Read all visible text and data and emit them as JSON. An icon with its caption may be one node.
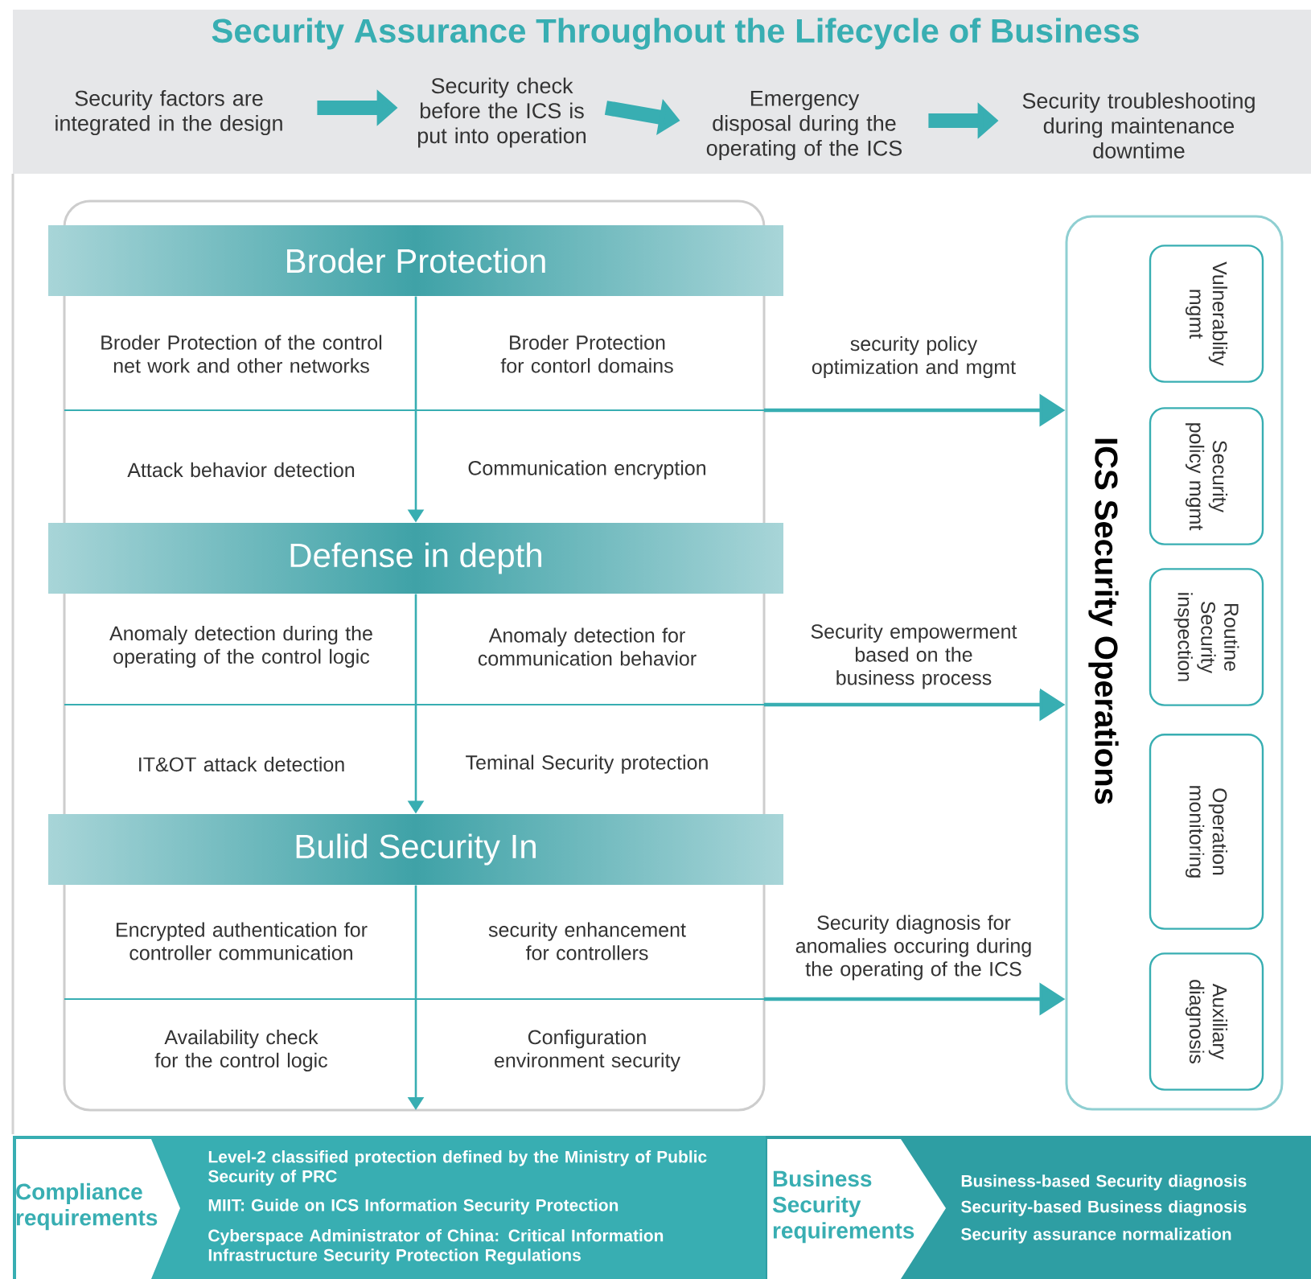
{
  "diagram": {
    "title": "Security Assurance Throughout the Lifecycle of Business",
    "nodes": [
      {
        "text": [
          "Security factors are integrated in the design"
        ]
      },
      {
        "text": [
          "Security check before the ICS is put into operation"
        ]
      },
      {
        "text": [
          "Emergency disposal during the operating of the ICS"
        ]
      },
      {
        "text": [
          "Security troubleshooting during maintenance downtime"
        ]
      },
      {
        "text": [
          "Broder Protection"
        ]
      },
      {
        "text": [
          "Broder Protection of the control net work and other networks"
        ]
      },
      {
        "text": [
          "Broder Protection for contorl domains"
        ]
      },
      {
        "text": [
          "Attack behavior detection"
        ]
      },
      {
        "text": [
          "Communication encryption"
        ]
      },
      {
        "text": [
          "Defense in depth"
        ]
      },
      {
        "text": [
          "Anomaly detection during the operating of the control logic"
        ]
      },
      {
        "text": [
          "Anomaly detection for communication behavior"
        ]
      },
      {
        "text": [
          "IT&OT attack detection"
        ]
      },
      {
        "text": [
          "Teminal Security protection"
        ]
      },
      {
        "text": [
          "Bulid Security In"
        ]
      },
      {
        "text": [
          "Encrypted authentication for controller communication"
        ]
      },
      {
        "text": [
          "security enhancement for controllers"
        ]
      },
      {
        "text": [
          "Availability check for the control logic"
        ]
      },
      {
        "text": [
          "Configuration environment security"
        ]
      },
      {
        "text": [
          "ICS Security Operations"
        ]
      },
      {
        "text": [
          "Vulnerablity mgmt"
        ],
        "in": 19
      },
      {
        "text": [
          "Security policy mgmt"
        ],
        "in": 19
      },
      {
        "text": [
          "Routine Security inspection"
        ],
        "in": 19
      },
      {
        "text": [
          "Operation monitoring"
        ],
        "in": 19
      },
      {
        "text": [
          "Auxiliary diagnosis"
        ],
        "in": 19
      },
      {
        "text": [
          "Compliance requirements"
        ]
      },
      {
        "text": [
          "Business Security requirements"
        ]
      }
    ],
    "edges": [
      {
        "from": 0,
        "to": 1,
        "arrow": "to",
        "style": "thick"
      },
      {
        "from": 1,
        "to": 2,
        "arrow": "to",
        "style": "thick"
      },
      {
        "from": 2,
        "to": 3,
        "arrow": "to",
        "style": "thick"
      },
      {
        "from": 4,
        "to": 9,
        "arrow": "to"
      },
      {
        "from": 9,
        "to": 14,
        "arrow": "to"
      },
      {
        "from": 14,
        "to": null,
        "arrow": "to"
      },
      {
        "from": null,
        "to": 19,
        "arrow": "to",
        "label": "security policy optimization and mgmt"
      },
      {
        "from": null,
        "to": 19,
        "arrow": "to",
        "label": "Security empowerment based on the business process"
      },
      {
        "from": null,
        "to": 19,
        "arrow": "to",
        "label": "Security diagnosis for anomalies occuring during the operating of the ICS"
      }
    ],
    "labels": [
      "Level-2 classified protection defined by the Ministry of Public Security of PRC",
      "MIIT: Guide on ICS Information Security Protection",
      "Cyberspace Administrator of China: Critical Information Infrastructure Security Protection Regulations",
      "Business-based Security diagnosis",
      "Security-based Business diagnosis",
      "Security assurance normalization"
    ]
  }
}
